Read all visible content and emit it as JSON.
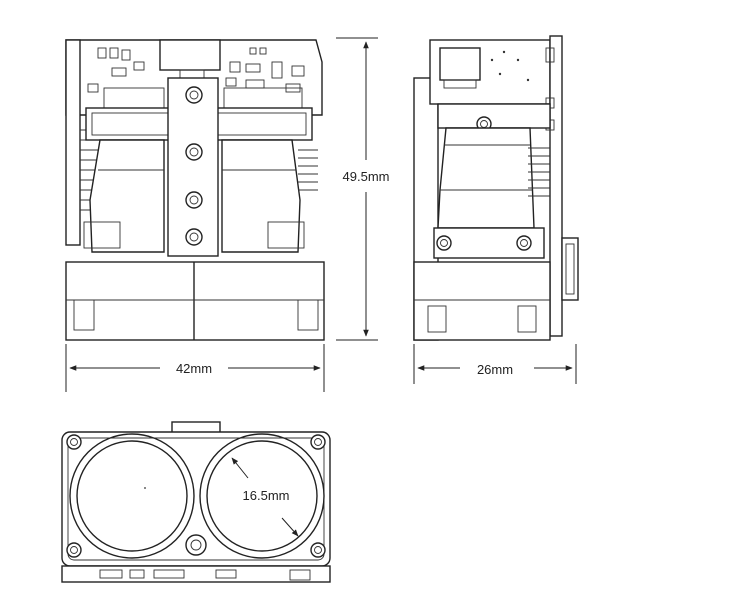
{
  "dimensions": {
    "height": "49.5mm",
    "width": "42mm",
    "depth": "26mm",
    "lens_radius": "16.5mm"
  },
  "colors": {
    "line": "#222222",
    "background": "#ffffff"
  }
}
